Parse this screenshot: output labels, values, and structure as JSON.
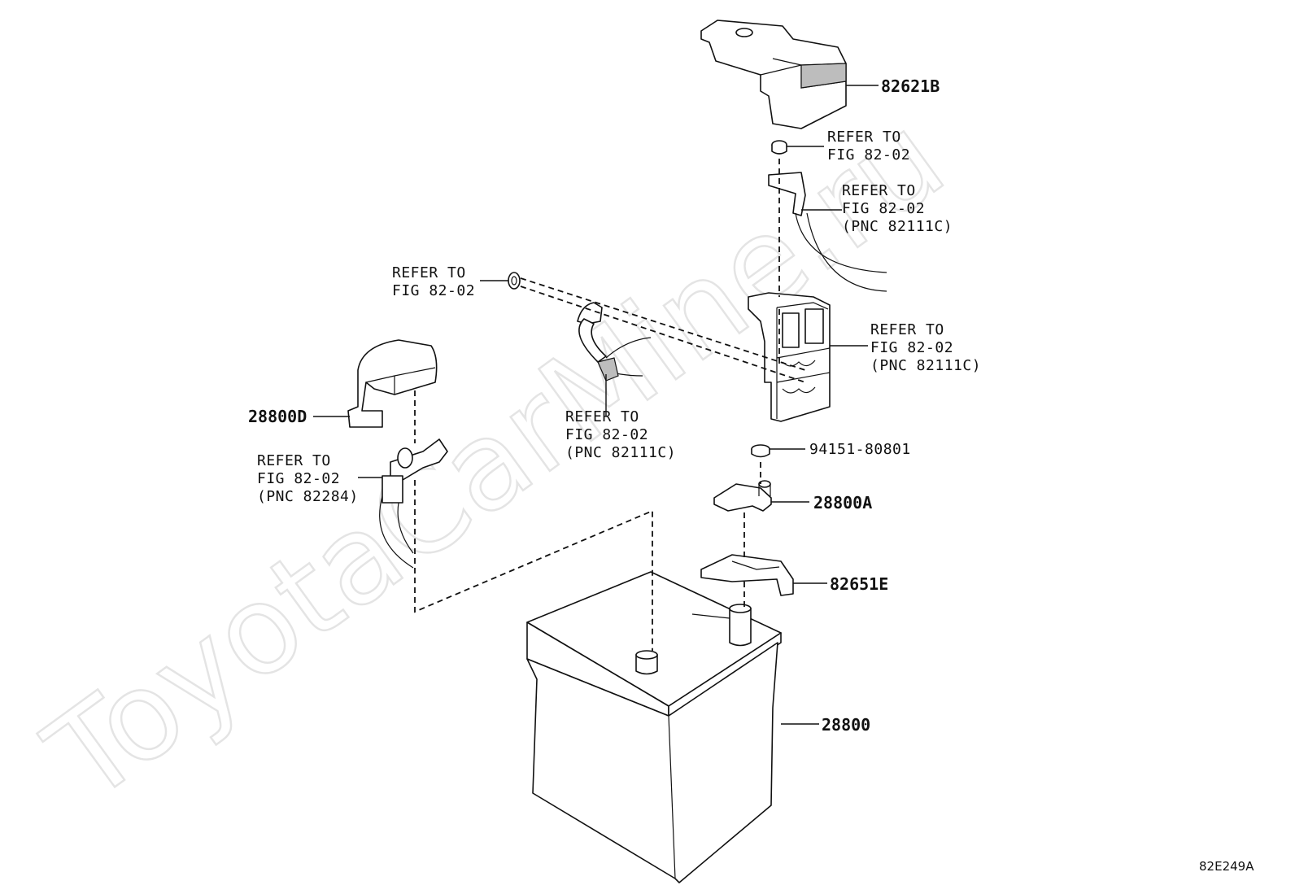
{
  "watermark": "ToyotaCarMine.ru",
  "figure_code": "82E249A",
  "callouts": {
    "cover_82621b": "82621B",
    "nut_top": [
      "REFER TO",
      "FIG 82-02"
    ],
    "cable_right": [
      "REFER TO",
      "FIG 82-02",
      "(PNC 82111C)"
    ],
    "nut_left": [
      "REFER TO",
      "FIG 82-02"
    ],
    "fuse_block": [
      "REFER TO",
      "FIG 82-02",
      "(PNC 82111C)"
    ],
    "cable_mid": [
      "REFER TO",
      "FIG 82-02",
      "(PNC 82111C)"
    ],
    "cover_28800d": "28800D",
    "terminal_left": [
      "REFER TO",
      "FIG 82-02",
      "(PNC 82284)"
    ],
    "nut_94151": "94151-80801",
    "clamp_28800a": "28800A",
    "plate_82651e": "82651E",
    "battery_28800": "28800"
  }
}
